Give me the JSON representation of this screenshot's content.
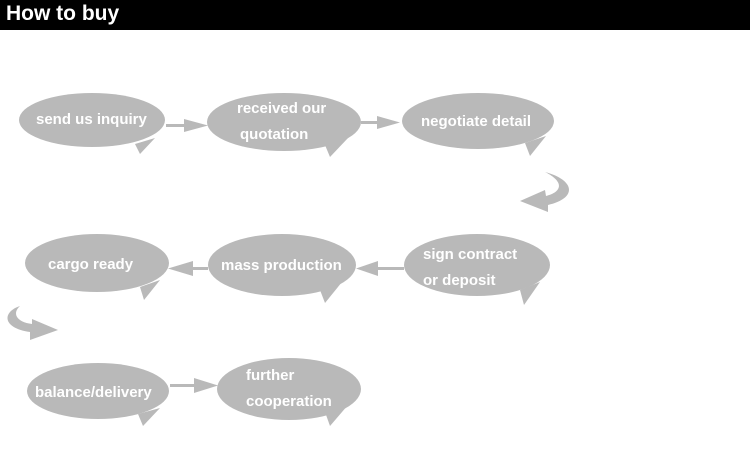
{
  "header": {
    "title": "How to buy"
  },
  "steps": [
    {
      "line1": "send us inquiry",
      "line2": ""
    },
    {
      "line1": "received our",
      "line2": "quotation"
    },
    {
      "line1": "negotiate detail",
      "line2": ""
    },
    {
      "line1": "sign contract",
      "line2": "or deposit"
    },
    {
      "line1": "mass production",
      "line2": ""
    },
    {
      "line1": "cargo ready",
      "line2": ""
    },
    {
      "line1": "balance/delivery",
      "line2": ""
    },
    {
      "line1": "further",
      "line2": "cooperation"
    }
  ],
  "colors": {
    "header_bg": "#000000",
    "bubble": "#b9b9b9",
    "text": "#ffffff"
  }
}
